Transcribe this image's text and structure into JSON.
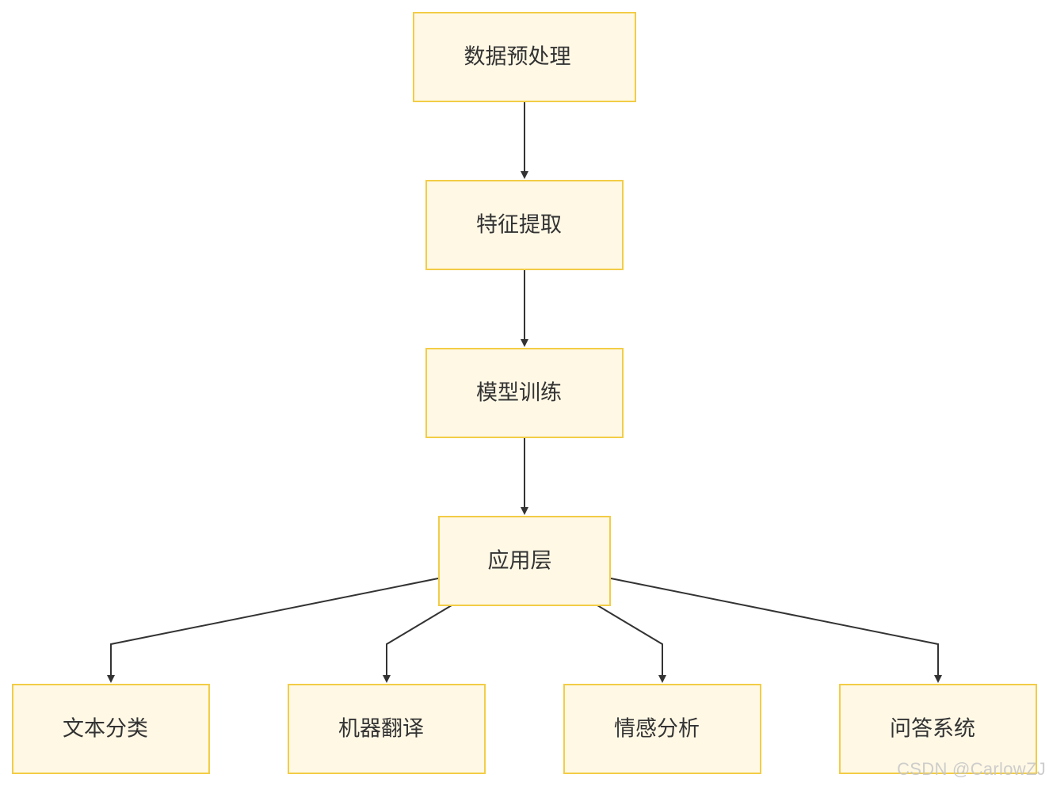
{
  "colors": {
    "node_fill": "#fff8e5",
    "node_stroke": "#f2cd46",
    "edge": "#333333",
    "text": "#333333"
  },
  "nodes": {
    "preprocess": "数据预处理",
    "features": "特征提取",
    "training": "模型训练",
    "app_layer": "应用层",
    "text_classification": "文本分类",
    "machine_translation": "机器翻译",
    "sentiment_analysis": "情感分析",
    "qa_system": "问答系统"
  },
  "edges": [
    {
      "from": "preprocess",
      "to": "features"
    },
    {
      "from": "features",
      "to": "training"
    },
    {
      "from": "training",
      "to": "app_layer"
    },
    {
      "from": "app_layer",
      "to": "text_classification"
    },
    {
      "from": "app_layer",
      "to": "machine_translation"
    },
    {
      "from": "app_layer",
      "to": "sentiment_analysis"
    },
    {
      "from": "app_layer",
      "to": "qa_system"
    }
  ],
  "watermark": "CSDN @CarlowZJ"
}
